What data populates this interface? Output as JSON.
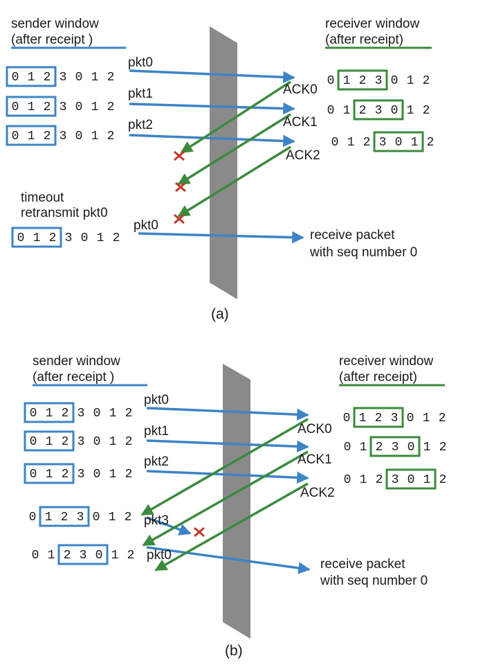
{
  "colors": {
    "sender": "#3d84c6",
    "receiver": "#3b8a3e",
    "packet_arrow": "#3d84c6",
    "ack_arrow": "#3b8a3e",
    "loss_mark": "#c0392b",
    "channel": "#8a8a8a"
  },
  "panels": [
    {
      "caption": "(a)",
      "sender_title_1": "sender window",
      "sender_title_2": "(after receipt )",
      "receiver_title_1": "receiver window",
      "receiver_title_2": "(after receipt)",
      "sender_rows": [
        {
          "sequence": [
            "0",
            "1",
            "2",
            "3",
            "0",
            "1",
            "2"
          ],
          "window_start": 0
        },
        {
          "sequence": [
            "0",
            "1",
            "2",
            "3",
            "0",
            "1",
            "2"
          ],
          "window_start": 0
        },
        {
          "sequence": [
            "0",
            "1",
            "2",
            "3",
            "0",
            "1",
            "2"
          ],
          "window_start": 0
        },
        {
          "sequence": [
            "0",
            "1",
            "2",
            "3",
            "0",
            "1",
            "2"
          ],
          "window_start": 0
        }
      ],
      "receiver_rows": [
        {
          "sequence": [
            "0",
            "1",
            "2",
            "3",
            "0",
            "1",
            "2"
          ],
          "window_start": 1
        },
        {
          "sequence": [
            "0",
            "1",
            "2",
            "3",
            "0",
            "1",
            "2"
          ],
          "window_start": 2
        },
        {
          "sequence": [
            "0",
            "1",
            "2",
            "3",
            "0",
            "1",
            "2"
          ],
          "window_start": 3
        }
      ],
      "packets": [
        "pkt0",
        "pkt1",
        "pkt2",
        "pkt0"
      ],
      "acks": [
        "ACK0",
        "ACK1",
        "ACK2"
      ],
      "timeout_line_1": "timeout",
      "timeout_line_2": "retransmit pkt0",
      "receive_line_1": "receive packet",
      "receive_line_2": "with seq number 0"
    },
    {
      "caption": "(b)",
      "sender_title_1": "sender window",
      "sender_title_2": "(after receipt )",
      "receiver_title_1": "receiver window",
      "receiver_title_2": "(after receipt)",
      "sender_rows": [
        {
          "sequence": [
            "0",
            "1",
            "2",
            "3",
            "0",
            "1",
            "2"
          ],
          "window_start": 0
        },
        {
          "sequence": [
            "0",
            "1",
            "2",
            "3",
            "0",
            "1",
            "2"
          ],
          "window_start": 0
        },
        {
          "sequence": [
            "0",
            "1",
            "2",
            "3",
            "0",
            "1",
            "2"
          ],
          "window_start": 0
        },
        {
          "sequence": [
            "0",
            "1",
            "2",
            "3",
            "0",
            "1",
            "2"
          ],
          "window_start": 1
        },
        {
          "sequence": [
            "0",
            "1",
            "2",
            "3",
            "0",
            "1",
            "2"
          ],
          "window_start": 2
        }
      ],
      "receiver_rows": [
        {
          "sequence": [
            "0",
            "1",
            "2",
            "3",
            "0",
            "1",
            "2"
          ],
          "window_start": 1
        },
        {
          "sequence": [
            "0",
            "1",
            "2",
            "3",
            "0",
            "1",
            "2"
          ],
          "window_start": 2
        },
        {
          "sequence": [
            "0",
            "1",
            "2",
            "3",
            "0",
            "1",
            "2"
          ],
          "window_start": 3
        }
      ],
      "packets": [
        "pkt0",
        "pkt1",
        "pkt2",
        "pkt3",
        "pkt0"
      ],
      "acks": [
        "ACK0",
        "ACK1",
        "ACK2"
      ],
      "receive_line_1": "receive packet",
      "receive_line_2": "with seq number 0"
    }
  ]
}
